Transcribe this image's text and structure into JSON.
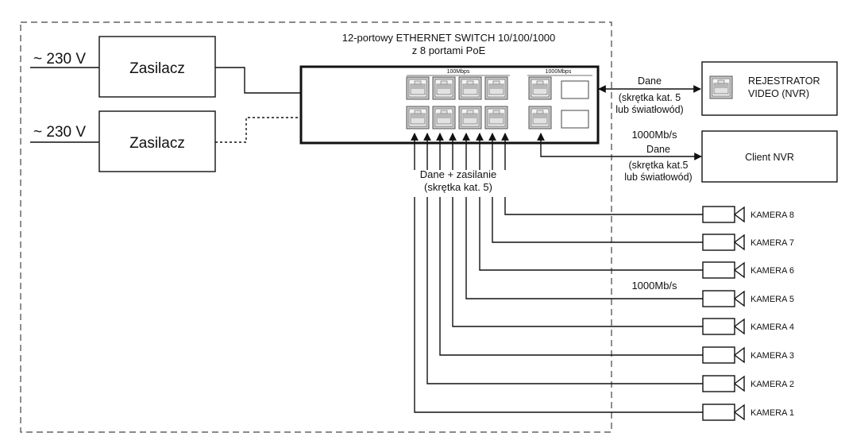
{
  "supplies": [
    {
      "voltage_label": "~ 230 V",
      "box_label": "Zasilacz"
    },
    {
      "voltage_label": "~ 230 V",
      "box_label": "Zasilacz"
    }
  ],
  "switch": {
    "title_line1": "12-portowy  ETHERNET SWITCH 10/100/1000",
    "title_line2": "z 8 portami PoE",
    "label_100": "100Mbps",
    "label_1000": "1000Mbps"
  },
  "nvr": {
    "label_line1": "REJESTRATOR",
    "label_line2": "VIDEO (NVR)",
    "link_label1": "Dane",
    "link_label2": "(skrętka kat. 5",
    "link_label3": "lub światłowód)"
  },
  "client": {
    "label": "Client NVR",
    "speed": "1000Mb/s",
    "link_label1": "Dane",
    "link_label2": "(skrętka kat.5",
    "link_label3": "lub światłowód)"
  },
  "poe": {
    "label_line1": "Dane + zasilanie",
    "label_line2": "(skrętka kat. 5)",
    "speed": "1000Mb/s"
  },
  "cameras": [
    "KAMERA 8",
    "KAMERA 7",
    "KAMERA 6",
    "KAMERA 5",
    "KAMERA 4",
    "KAMERA 3",
    "KAMERA 2",
    "KAMERA 1"
  ]
}
